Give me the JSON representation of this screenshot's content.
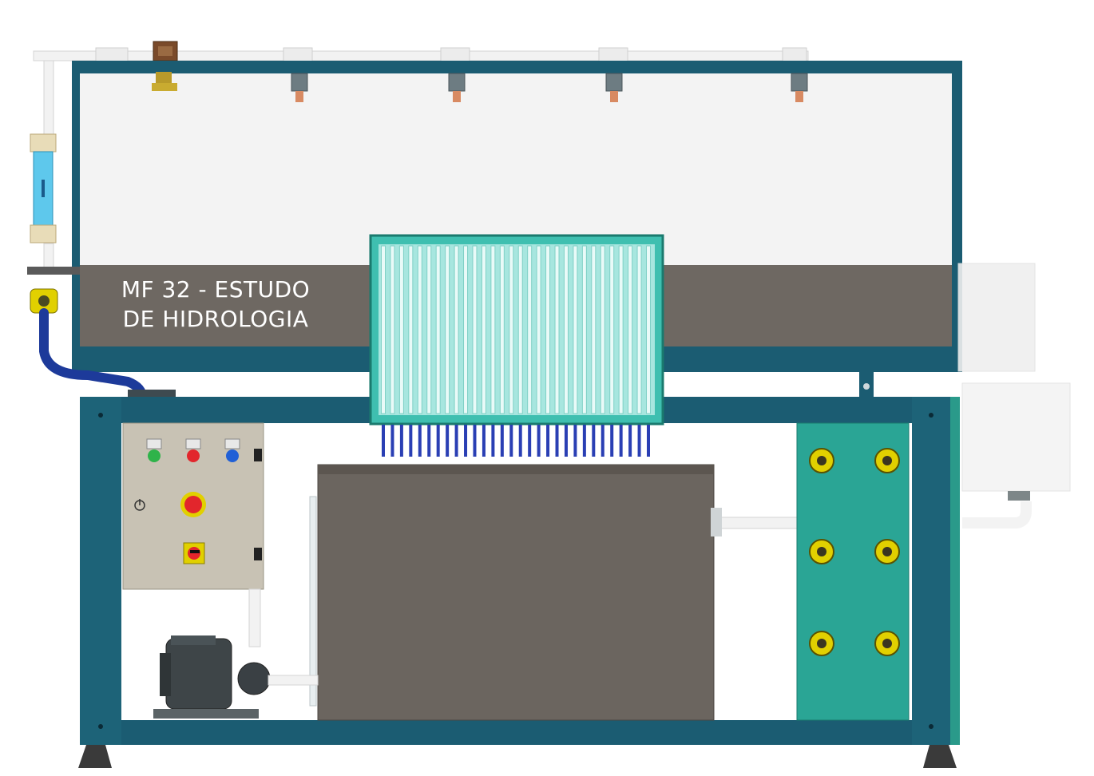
{
  "title": {
    "line1": "MF 32 - ESTUDO",
    "line2": "DE HIDROLOGIA"
  },
  "colors": {
    "frame": "#1b5c72",
    "frame_dark": "#123f50",
    "tank_panel": "#f3f3f3",
    "band": "#6e6862",
    "rain_module": "#3fbfb0",
    "valve_panel": "#2aa595",
    "valve": "#e1d000",
    "reservoir": "#6b655f",
    "control_box": "#c8c2b4",
    "pipe": "#f2f2f2",
    "hose": "#1d3a9a",
    "button_green": "#2fb34a",
    "button_red": "#e2262c",
    "button_blue": "#2160d6",
    "emergency_stop": "#e2262c"
  },
  "components": {
    "control_panel": {
      "buttons": [
        "button-green",
        "button-red",
        "button-blue"
      ],
      "emergency_stop": "emergency-stop-icon",
      "selector_switch": "selector-switch-icon",
      "power_symbol": "power-symbol-icon"
    },
    "valve_count": 6,
    "sprinkler_count": 4,
    "drip_tube_count": 30
  }
}
